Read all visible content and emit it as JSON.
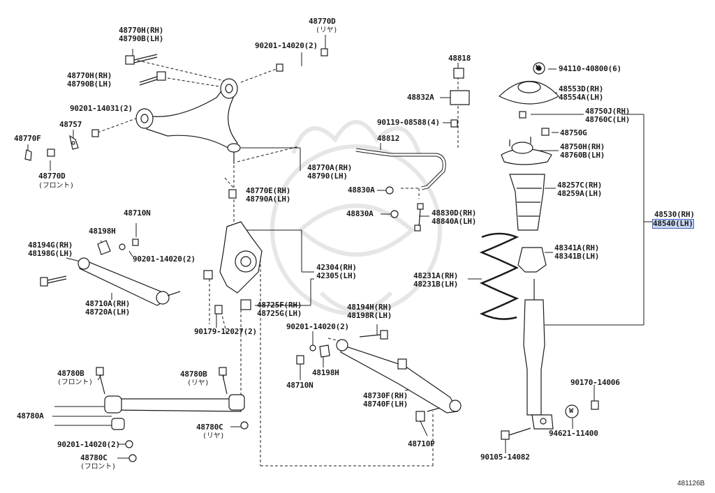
{
  "labels": {
    "p48770H_RH": "48770H(RH)",
    "p48790B_LH": "48790B(LH)",
    "p48770H_RH_2": "48770H(RH)",
    "p48790B_LH_2": "48790B(LH)",
    "p48770D_top": "48770D",
    "riya_1": "(リヤ)",
    "p90201_1": "90201-14020(2)",
    "p90201_14031": "90201-14031(2)",
    "p48757": "48757",
    "p48770F": "48770F",
    "p48770D_left": "48770D",
    "front_1": "(フロント)",
    "p48770A_RH": "48770A(RH)",
    "p48790_LH": "48790(LH)",
    "p48770E_RH": "48770E(RH)",
    "p48790A_LH": "48790A(LH)",
    "p48818": "48818",
    "p48832A": "48832A",
    "p90119": "90119-08588(4)",
    "p48812": "48812",
    "p48830A_1": "48830A",
    "p48830A_2": "48830A",
    "p48830D_RH": "48830D(RH)",
    "p48840A_LH": "48840A(LH)",
    "p94110": "94110-40800(6)",
    "p48553D_RH": "48553D(RH)",
    "p48554A_LH": "48554A(LH)",
    "p48750J_RH": "48750J(RH)",
    "p48760C_LH": "48760C(LH)",
    "p48750G": "48750G",
    "p48750H_RH": "48750H(RH)",
    "p48760B_LH": "48760B(LH)",
    "p48257C_RH": "48257C(RH)",
    "p48259A_LH": "48259A(LH)",
    "p48530_RH": "48530(RH)",
    "p48540_LH": "48540(LH)",
    "p48341A_RH": "48341A(RH)",
    "p48341B_LH": "48341B(LH)",
    "p48231A_RH": "48231A(RH)",
    "p48231B_LH": "48231B(LH)",
    "p48710N_1": "48710N",
    "p48198H_1": "48198H",
    "p48194G_RH": "48194G(RH)",
    "p48198G_LH": "48198G(LH)",
    "p90201_2": "90201-14020(2)",
    "p48710A_RH": "48710A(RH)",
    "p48720A_LH": "48720A(LH)",
    "p42304_RH": "42304(RH)",
    "p42305_LH": "42305(LH)",
    "p48725F_RH": "48725F(RH)",
    "p48725G_LH": "48725G(LH)",
    "p90179": "90179-12027(2)",
    "p48194H_RH": "48194H(RH)",
    "p48198R_LH": "48198R(LH)",
    "p90201_3": "90201-14020(2)",
    "p48198H_2": "48198H",
    "p48710N_2": "48710N",
    "p48730F_RH": "48730F(RH)",
    "p48740F_LH": "48740F(LH)",
    "p48710P": "48710P",
    "p48780B_front": "48780B",
    "front_2": "(フロント)",
    "p48780B_rear": "48780B",
    "riya_2": "(リヤ)",
    "p48780A": "48780A",
    "p48780C_rear": "48780C",
    "riya_3": "(リヤ)",
    "p90201_4": "90201-14020(2)",
    "p48780C_front": "48780C",
    "front_3": "(フロント)",
    "p90170": "90170-14006",
    "p94621": "94621-11400",
    "p90105": "90105-14082",
    "circle_N": "N",
    "circle_W": "W",
    "diagram_ref": "481126B"
  },
  "colors": {
    "line": "#1a1a1a",
    "highlight": "#c9d7f6",
    "watermark": "#ececec"
  }
}
